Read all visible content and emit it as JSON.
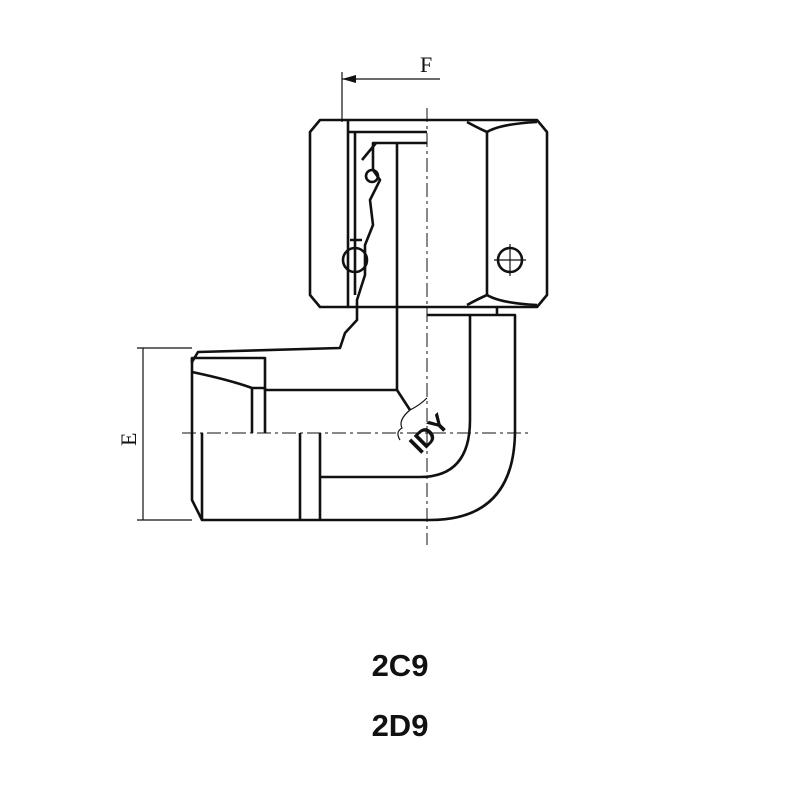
{
  "drawing": {
    "dimension_f": "F",
    "dimension_e": "E",
    "logo": "IDY"
  },
  "codes": [
    "2C9",
    "2D9"
  ]
}
